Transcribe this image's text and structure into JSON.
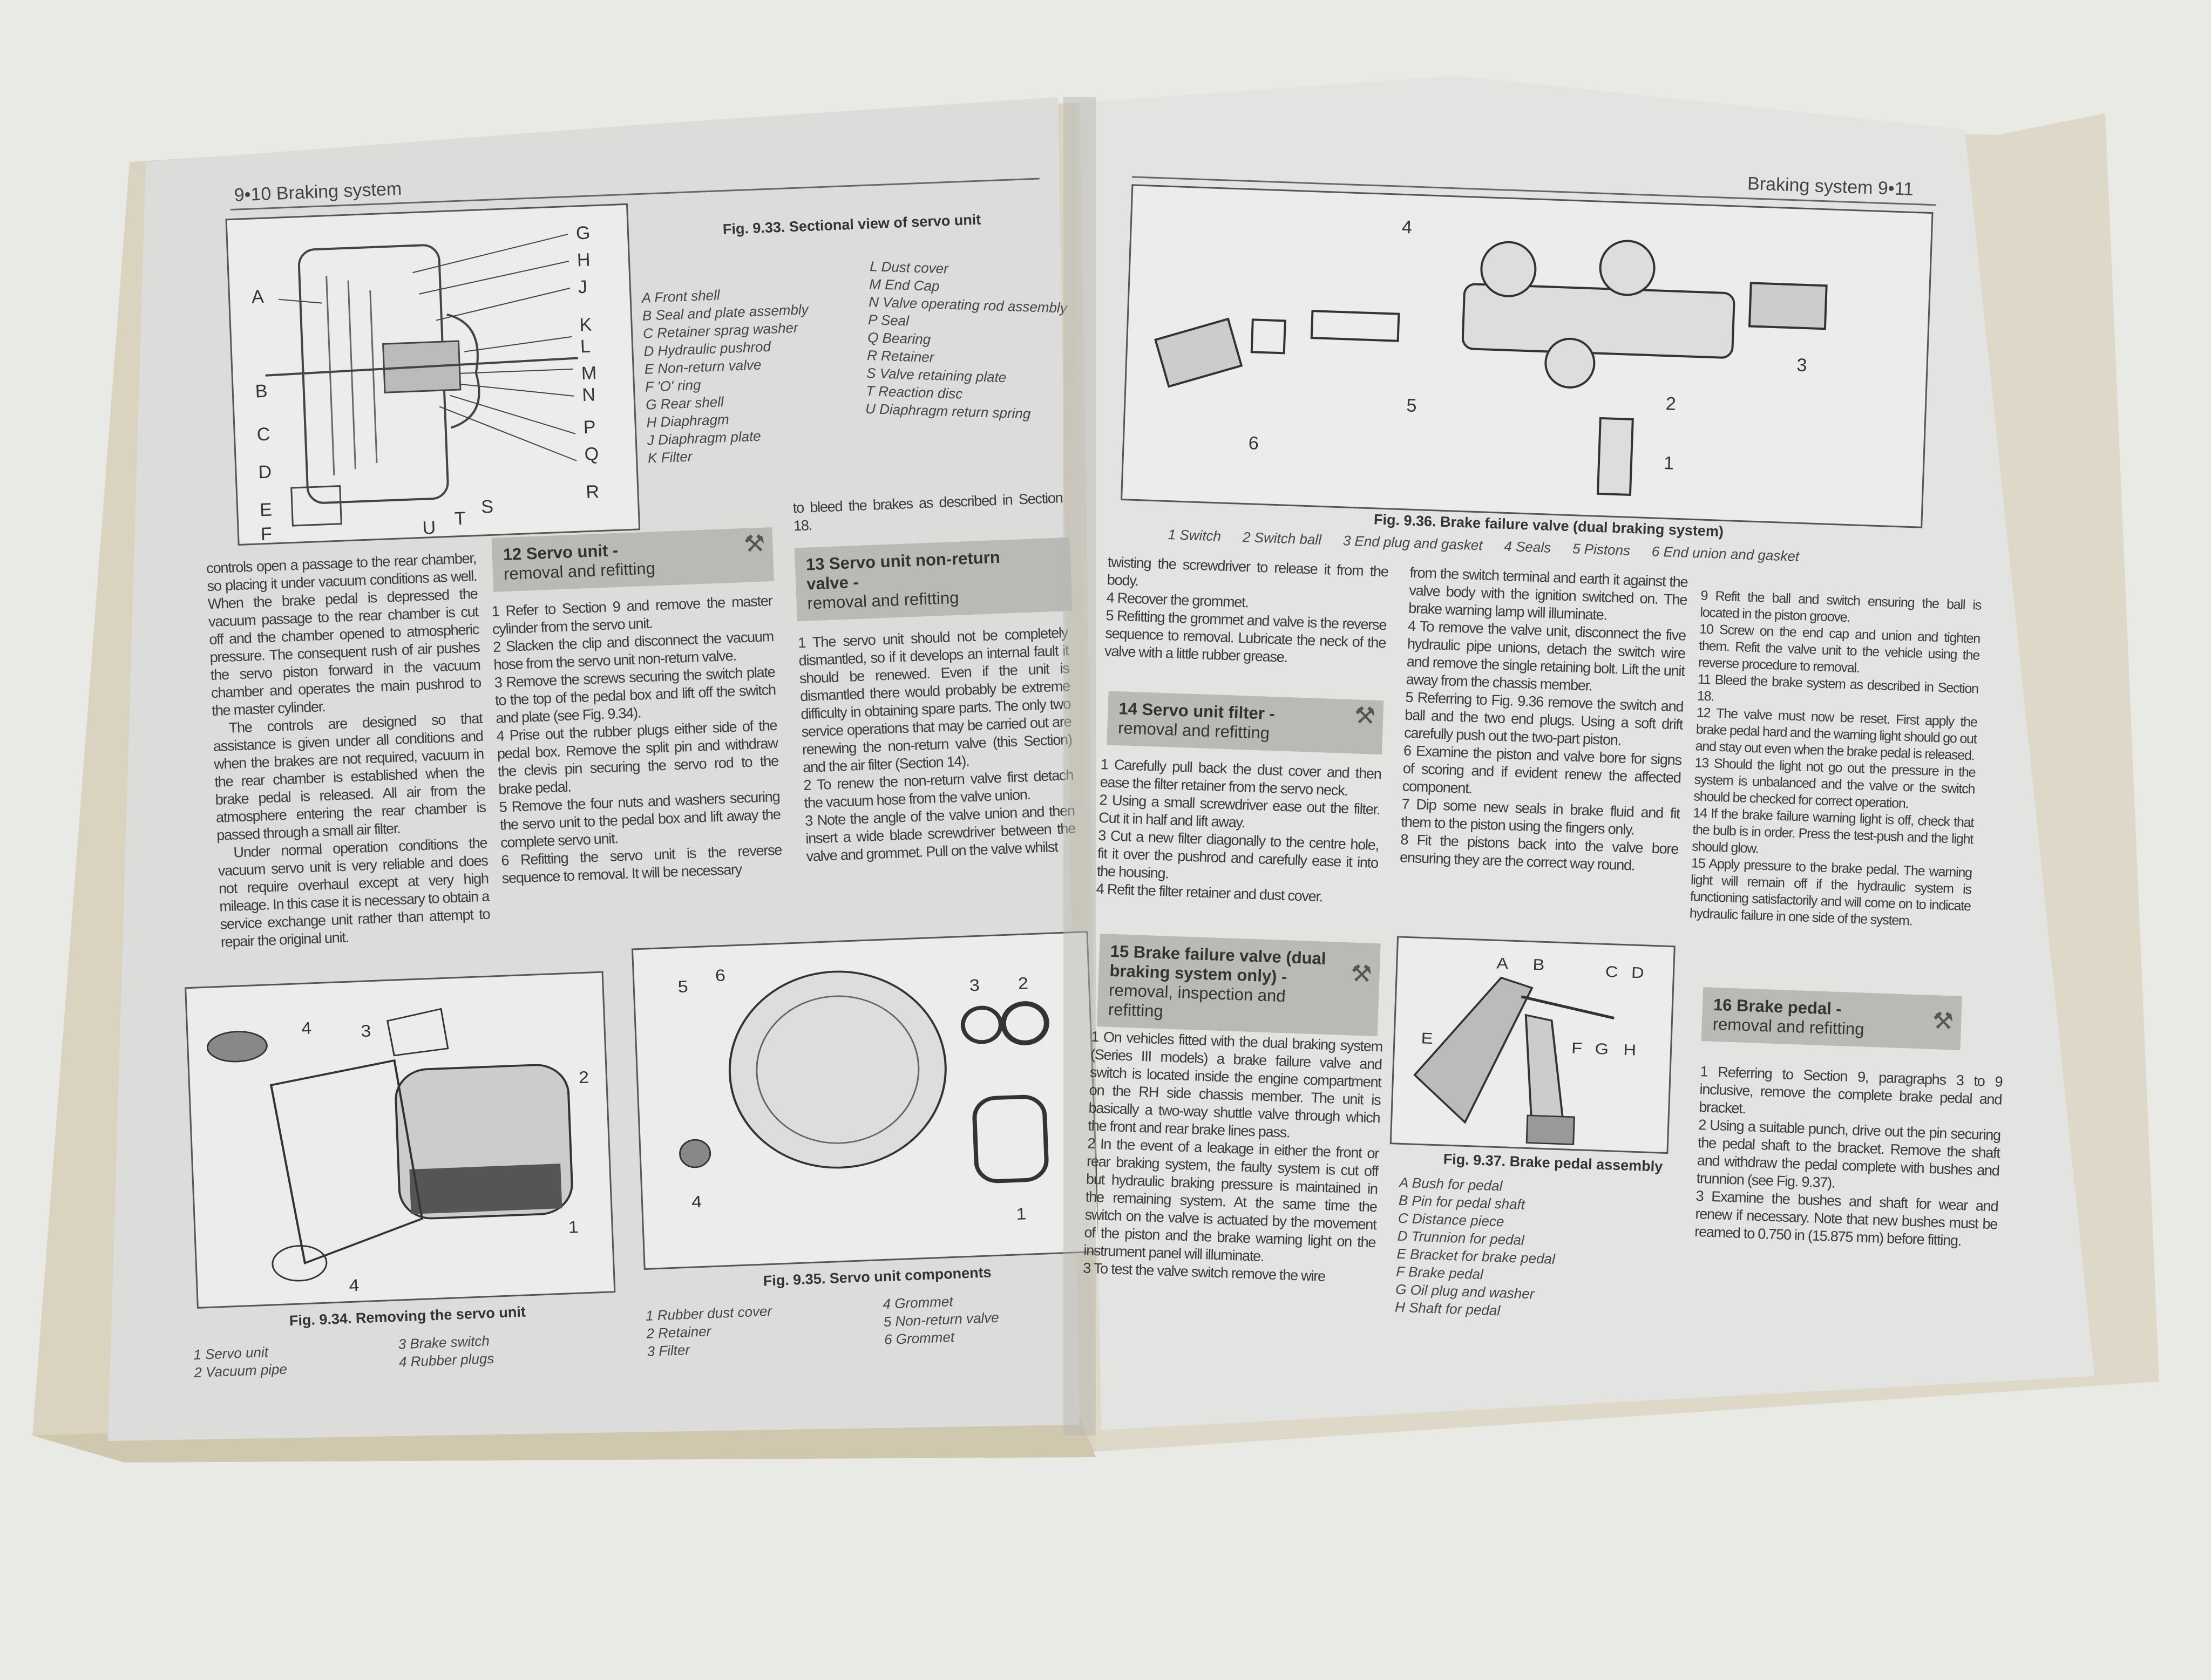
{
  "left_page": {
    "header": "9•10 Braking system",
    "fig33": {
      "caption": "Fig. 9.33. Sectional view of servo unit",
      "labels": [
        "A",
        "B",
        "C",
        "D",
        "E",
        "F",
        "G",
        "H",
        "J",
        "K",
        "L",
        "M",
        "N",
        "P",
        "Q",
        "R",
        "S",
        "T",
        "U"
      ],
      "legend_a": [
        "A  Front shell",
        "B  Seal and plate assembly",
        "C  Retainer sprag washer",
        "D  Hydraulic pushrod",
        "E  Non-return valve",
        "F  'O' ring",
        "G  Rear shell",
        "H  Diaphragm",
        "J  Diaphragm plate",
        "K  Filter"
      ],
      "legend_b": [
        "L  Dust cover",
        "M  End Cap",
        "N  Valve operating rod assembly",
        "P  Seal",
        "Q  Bearing",
        "R  Retainer",
        "S  Valve retaining plate",
        "T  Reaction disc",
        "U  Diaphragm return spring"
      ]
    },
    "intro_paragraphs": [
      "controls open a passage to the rear chamber, so placing it under vacuum conditions as well. When the brake pedal is depressed the vacuum passage to the rear chamber is cut off and the chamber opened to atmospheric pressure. The consequent rush of air pushes the servo piston forward in the vacuum chamber and operates the main pushrod to the master cylinder.",
      "The controls are designed so that assistance is given under all conditions and when the brakes are not required, vacuum in the rear chamber is established when the brake pedal is released. All air from the atmosphere entering the rear chamber is passed through a small air filter.",
      "Under normal operation conditions the vacuum servo unit is very reliable and does not require overhaul except at very high mileage. In this case it is necessary to obtain a service exchange unit rather than attempt to repair the original unit."
    ],
    "section12": {
      "number": "12",
      "title": "Servo unit -",
      "subtitle": "removal and refitting",
      "paragraphs": [
        "1 Refer to Section 9 and remove the master cylinder from the servo unit.",
        "2 Slacken the clip and disconnect the vacuum hose from the servo unit non-return valve.",
        "3 Remove the screws securing the switch plate to the top of the pedal box and lift off the switch and plate (see Fig. 9.34).",
        "4 Prise out the rubber plugs either side of the pedal box. Remove the split pin and withdraw the clevis pin securing the servo rod to the brake pedal.",
        "5 Remove the four nuts and washers securing the servo unit to the pedal box and lift away the complete servo unit.",
        "6 Refitting the servo unit is the reverse sequence to removal. It will be necessary"
      ]
    },
    "section13": {
      "lead_in": "to bleed the brakes as described in Section 18.",
      "number": "13",
      "title": "Servo unit non-return valve -",
      "subtitle": "removal and refitting",
      "paragraphs": [
        "1 The servo unit should not be completely dismantled, so if it develops an internal fault it should be renewed. Even if the unit is dismantled there would probably be extreme difficulty in obtaining spare parts. The only two service operations that may be carried out are renewing the non-return valve (this Section) and the air filter (Section 14).",
        "2 To renew the non-return valve first detach the vacuum hose from the valve union.",
        "3 Note the angle of the valve union and then insert a wide blade screwdriver between the valve and grommet. Pull on the valve whilst"
      ]
    },
    "fig34": {
      "caption": "Fig. 9.34. Removing the servo unit",
      "labels": [
        "4",
        "3",
        "2",
        "1",
        "4"
      ],
      "legend_a": [
        "1  Servo unit",
        "2  Vacuum pipe"
      ],
      "legend_b": [
        "3  Brake switch",
        "4  Rubber plugs"
      ]
    },
    "fig35": {
      "caption": "Fig. 9.35. Servo unit components",
      "labels": [
        "5",
        "6",
        "3",
        "2",
        "4",
        "1"
      ],
      "legend_a": [
        "1  Rubber dust cover",
        "2  Retainer",
        "3  Filter"
      ],
      "legend_b": [
        "4  Grommet",
        "5  Non-return valve",
        "6  Grommet"
      ]
    }
  },
  "right_page": {
    "header": "Braking system 9•11",
    "fig36": {
      "caption": "Fig. 9.36. Brake failure valve (dual braking system)",
      "labels": [
        "4",
        "3",
        "2",
        "1",
        "5",
        "6"
      ],
      "legend": [
        "1  Switch",
        "2  Switch ball",
        "3  End plug and gasket",
        "4  Seals",
        "5  Pistons",
        "6  End union and gasket"
      ]
    },
    "col1_paragraphs": [
      "twisting the screwdriver to release it from the body.",
      "4 Recover the grommet.",
      "5 Refitting the grommet and valve is the reverse sequence to removal. Lubricate the neck of the valve with a little rubber grease."
    ],
    "section14": {
      "number": "14",
      "title": "Servo unit filter -",
      "subtitle": "removal and refitting",
      "paragraphs": [
        "1 Carefully pull back the dust cover and then ease the filter retainer from the servo neck.",
        "2 Using a small screwdriver ease out the filter. Cut it in half and lift away.",
        "3 Cut a new filter diagonally to the centre hole, fit it over the pushrod and carefully ease it into the housing.",
        "4 Refit the filter retainer and dust cover."
      ]
    },
    "section15": {
      "number": "15",
      "title": "Brake failure valve (dual braking system only) -",
      "subtitle": "removal, inspection and refitting",
      "paragraphs": [
        "1 On vehicles fitted with the dual braking system (Series III models) a brake failure valve and switch is located inside the engine compartment on the RH side chassis member. The unit is basically a two-way shuttle valve through which the front and rear brake lines pass.",
        "2 In the event of a leakage in either the front or rear braking system, the faulty system is cut off but hydraulic braking pressure is maintained in the remaining system. At the same time the switch on the valve is actuated by the movement of the piston and the brake warning light on the instrument panel will illuminate.",
        "3 To test the valve switch remove the wire"
      ]
    },
    "col2_paragraphs": [
      "from the switch terminal and earth it against the valve body with the ignition switched on. The brake warning lamp will illuminate.",
      "4 To remove the valve unit, disconnect the five hydraulic pipe unions, detach the switch wire and remove the single retaining bolt. Lift the unit away from the chassis member.",
      "5 Referring to Fig. 9.36 remove the switch and ball and the two end plugs. Using a soft drift carefully push out the two-part piston.",
      "6 Examine the piston and valve bore for signs of scoring and if evident renew the affected component.",
      "7 Dip some new seals in brake fluid and fit them to the piston using the fingers only.",
      "8 Fit the pistons back into the valve bore ensuring they are the correct way round."
    ],
    "fig37": {
      "caption": "Fig. 9.37. Brake pedal assembly",
      "labels": [
        "A",
        "B",
        "C",
        "D",
        "E",
        "F",
        "G",
        "H"
      ],
      "legend": [
        "A  Bush for pedal",
        "B  Pin for pedal shaft",
        "C  Distance piece",
        "D  Trunnion for pedal",
        "E  Bracket for brake pedal",
        "F  Brake pedal",
        "G  Oil plug and washer",
        "H  Shaft for pedal"
      ]
    },
    "col3_paragraphs": [
      "9 Refit the ball and switch ensuring the ball is located in the piston groove.",
      "10 Screw on the end cap and union and tighten them. Refit the valve unit to the vehicle using the reverse procedure to removal.",
      "11 Bleed the brake system as described in Section 18.",
      "12 The valve must now be reset. First apply the brake pedal hard and the warning light should go out and stay out even when the brake pedal is released.",
      "13 Should the light not go out the pressure in the system is unbalanced and the valve or the switch should be checked for correct operation.",
      "14 If the brake failure warning light is off, check that the bulb is in order. Press the test-push and the light should glow.",
      "15 Apply pressure to the brake pedal. The warning light will remain off if the hydraulic system is functioning satisfactorily and will come on to indicate hydraulic failure in one side of the system."
    ],
    "section16": {
      "number": "16",
      "title": "Brake pedal -",
      "subtitle": "removal and refitting",
      "paragraphs": [
        "1 Referring to Section 9, paragraphs 3 to 9 inclusive, remove the complete brake pedal and bracket.",
        "2 Using a suitable punch, drive out the pin securing the pedal shaft to the bracket. Remove the shaft and withdraw the pedal complete with bushes and trunnion (see Fig. 9.37).",
        "3 Examine the bushes and shaft for wear and renew if necessary. Note that new bushes must be reamed to 0.750 in (15.875 mm) before fitting."
      ]
    }
  },
  "icons": {
    "section_icon": "wrench-tools-icon"
  }
}
